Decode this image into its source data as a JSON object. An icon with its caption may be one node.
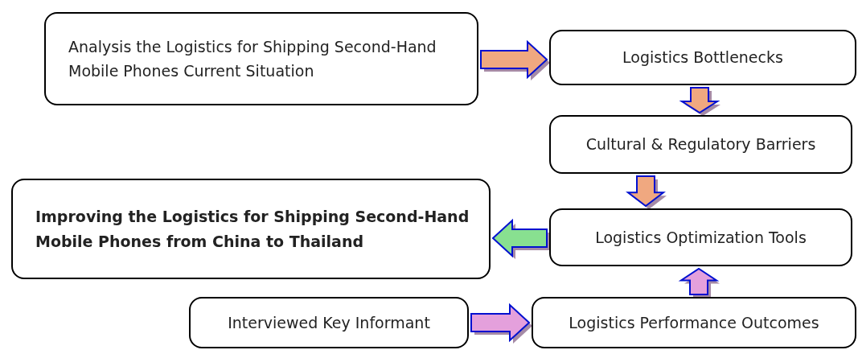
{
  "diagram": {
    "nodes": [
      {
        "text": [
          "Analysis the Logistics for Shipping Second-Hand Mobile Phones Current Situation"
        ]
      },
      {
        "text": [
          "Logistics Bottlenecks"
        ]
      },
      {
        "text": [
          "Cultural & Regulatory Barriers"
        ]
      },
      {
        "text": [
          "Improving the Logistics for Shipping Second-Hand Mobile Phones from China to Thailand"
        ]
      },
      {
        "text": [
          "Logistics Optimization Tools"
        ]
      },
      {
        "text": [
          "Interviewed Key Informant"
        ]
      },
      {
        "text": [
          "Logistics Performance Outcomes"
        ]
      }
    ],
    "edges": [
      {
        "from": 0,
        "to": 1,
        "arrow": "to",
        "style": "thick"
      },
      {
        "from": 1,
        "to": 2,
        "arrow": "to",
        "style": "thick"
      },
      {
        "from": 2,
        "to": 4,
        "arrow": "to",
        "style": "thick"
      },
      {
        "from": 4,
        "to": 3,
        "arrow": "to",
        "style": "thick",
        "color": "#88e090"
      },
      {
        "from": 5,
        "to": 6,
        "arrow": "to",
        "style": "thick",
        "color": "#e4a0dc"
      },
      {
        "from": 6,
        "to": 4,
        "arrow": "to",
        "style": "thick",
        "color": "#e4a0dc"
      }
    ]
  }
}
